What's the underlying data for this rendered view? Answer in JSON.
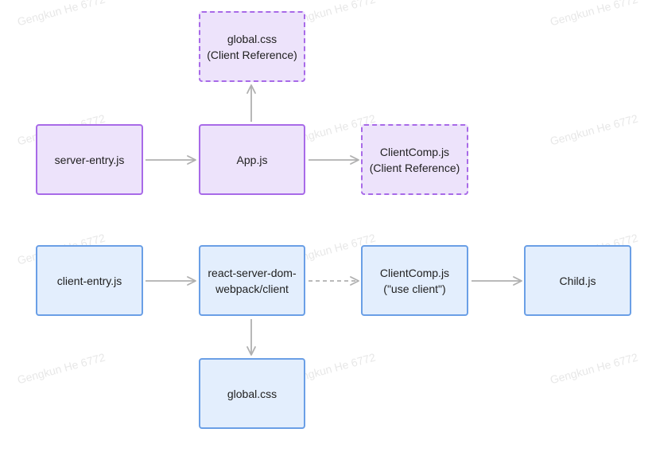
{
  "watermark": "Gengkun He 6772",
  "colors": {
    "server_fill": "#ede3fb",
    "server_border": "#a86ae8",
    "client_fill": "#e3eefd",
    "client_border": "#6a9fe6",
    "arrow": "#b0b0b0"
  },
  "nodes": {
    "server_global_css": {
      "line1": "global.css",
      "line2": "(Client Reference)"
    },
    "server_entry": {
      "line1": "server-entry.js"
    },
    "app": {
      "line1": "App.js"
    },
    "server_client_comp": {
      "line1": "ClientComp.js",
      "line2": "(Client Reference)"
    },
    "client_entry": {
      "line1": "client-entry.js"
    },
    "rsd_client": {
      "line1": "react-server-dom-",
      "line2": "webpack/client"
    },
    "client_comp": {
      "line1": "ClientComp.js",
      "line2": "(\"use client\")"
    },
    "child": {
      "line1": "Child.js"
    },
    "client_global_css": {
      "line1": "global.css"
    }
  }
}
